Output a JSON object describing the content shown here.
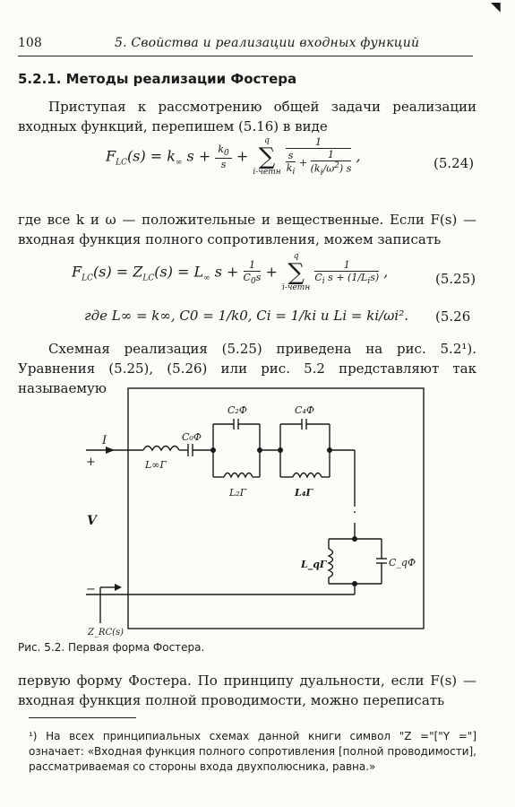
{
  "header": {
    "page_number": "108",
    "running_title": "5. Свойства и реализации входных функций"
  },
  "section": {
    "title": "5.2.1. Методы реализации Фостера"
  },
  "para1": "Приступая к рассмотрению общей задачи реализации входных функций, перепишем (5.16) в виде",
  "eq1": {
    "lhs": "F",
    "lhs_sub": "LC",
    "lhs_arg": "(s) = k",
    "kinf_sub": "∞",
    "s_plus": "s +",
    "f1_num": "k",
    "f1_num_sub": "0",
    "f1_den": "s",
    "plus": "+",
    "sum_sup": "q",
    "sum_sub": "i-четн",
    "num1": "1",
    "sf_num": "s",
    "sf_den": "k",
    "sf_den_sub": "i",
    "inner_num": "1",
    "inner_den": "(k",
    "inner_den_sub": "i",
    "inner_den_rest": "/ω",
    "inner_den_sq": "2",
    "inner_den_i": "i",
    "inner_den_end": ") s",
    "comma": ",",
    "number": "(5.24)"
  },
  "para2": "где все k и ω — положительные и вещественные. Если F(s) — входная функция полного сопротивления, можем записать",
  "eq2": {
    "lhs": "F",
    "lhs_sub": "LC",
    "mid": "(s) = Z",
    "mid_sub": "LC",
    "rhs": "(s) = L",
    "linf_sub": "∞",
    "s_plus": "s +",
    "f_num": "1",
    "f_den": "C",
    "f_den_sub": "0",
    "f_den_s": "s",
    "plus": "+",
    "sum_sup": "q",
    "sum_sub": "i-четн",
    "g_num": "1",
    "g_den": "C",
    "g_den_sub": "i",
    "g_den_rest": "s + (1/L",
    "g_den_sub2": "i",
    "g_den_end": "s)",
    "comma": ",",
    "number": "(5.25)"
  },
  "eq3": {
    "text": "где L∞ = k∞, C0 = 1/k0, Ci = 1/ki и Li = ki/ωi².",
    "number": "(5.26"
  },
  "para3": "Схемная реализация (5.25) приведена на рис. 5.2¹). Уравнения (5.25), (5.26) или рис. 5.2 представляют так называемую",
  "figure": {
    "labels": {
      "I": "I",
      "plus": "+",
      "minus": "−",
      "V": "V",
      "C0": "C₀Ф",
      "Linf": "L∞Г",
      "C2": "C₂Ф",
      "L2": "L₂Г",
      "C4": "C₄Ф",
      "L4": "L₄Г",
      "Lq": "L_qГ",
      "Cq": "C_qФ",
      "Z": "Z_RC(s)"
    },
    "caption": "Рис. 5.2. Первая форма Фостера."
  },
  "para4": "первую форму Фостера. По принципу дуальности, если F(s) — входная функция полной проводимости, можно переписать",
  "footnote": "¹) На всех принципиальных схемах данной книги символ \"Z =\"[\"Y =\"] означает: «Входная функция полного сопротивления [полной проводимости], рассматриваемая со стороны входа двухполюсника, равна.»",
  "corner_mark": "◥"
}
